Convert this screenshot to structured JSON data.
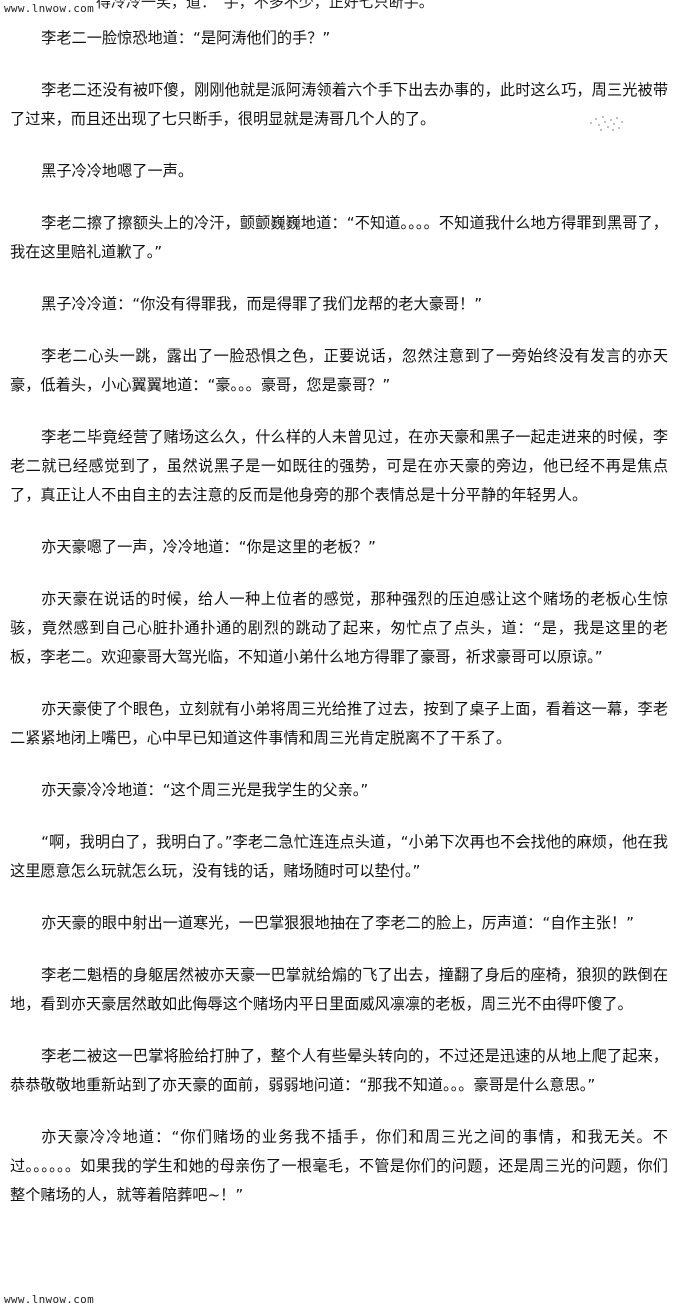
{
  "watermark": {
    "top": "www.lnwow.com",
    "bottom": "www.lnwow.com"
  },
  "cropped_top_line": "得冷冷一笑，道：“手，不多不少，正好七只断手。",
  "paragraphs": [
    "李老二一脸惊恐地道：“是阿涛他们的手？”",
    "李老二还没有被吓傻，刚刚他就是派阿涛领着六个手下出去办事的，此时这么巧，周三光被带了过来，而且还出现了七只断手，很明显就是涛哥几个人的了。",
    "黑子冷冷地嗯了一声。",
    "李老二擦了擦额头上的冷汗，颤颤巍巍地道：“不知道。。。。不知道我什么地方得罪到黑哥了，我在这里赔礼道歉了。”",
    "黑子冷冷道：“你没有得罪我，而是得罪了我们龙帮的老大豪哥！”",
    "李老二心头一跳，露出了一脸恐惧之色，正要说话，忽然注意到了一旁始终没有发言的亦天豪，低着头，小心翼翼地道：“豪。。。豪哥，您是豪哥？”",
    "李老二毕竟经营了赌场这么久，什么样的人未曾见过，在亦天豪和黑子一起走进来的时候，李老二就已经感觉到了，虽然说黑子是一如既往的强势，可是在亦天豪的旁边，他已经不再是焦点了，真正让人不由自主的去注意的反而是他身旁的那个表情总是十分平静的年轻男人。",
    "亦天豪嗯了一声，冷冷地道：“你是这里的老板？”",
    "亦天豪在说话的时候，给人一种上位者的感觉，那种强烈的压迫感让这个赌场的老板心生惊骇，竟然感到自己心脏扑通扑通的剧烈的跳动了起来，匆忙点了点头，道：“是，我是这里的老板，李老二。欢迎豪哥大驾光临，不知道小弟什么地方得罪了豪哥，祈求豪哥可以原谅。”",
    "亦天豪使了个眼色，立刻就有小弟将周三光给推了过去，按到了桌子上面，看着这一幕，李老二紧紧地闭上嘴巴，心中早已知道这件事情和周三光肯定脱离不了干系了。",
    "亦天豪冷冷地道：“这个周三光是我学生的父亲。”",
    "“啊，我明白了，我明白了。”李老二急忙连连点头道，“小弟下次再也不会找他的麻烦，他在我这里愿意怎么玩就怎么玩，没有钱的话，赌场随时可以垫付。”",
    "亦天豪的眼中射出一道寒光，一巴掌狠狠地抽在了李老二的脸上，厉声道：“自作主张！”",
    "李老二魁梧的身躯居然被亦天豪一巴掌就给煽的飞了出去，撞翻了身后的座椅，狼狈的跌倒在地，看到亦天豪居然敢如此侮辱这个赌场内平日里面威风凛凛的老板，周三光不由得吓傻了。",
    "李老二被这一巴掌将脸给打肿了，整个人有些晕头转向的，不过还是迅速的从地上爬了起来，恭恭敬敬地重新站到了亦天豪的面前，弱弱地问道：“那我不知道。。。豪哥是什么意思。”",
    "亦天豪冷冷地道：“你们赌场的业务我不插手，你们和周三光之间的事情，和我无关。不过。。。。。。如果我的学生和她的母亲伤了一根毫毛，不管是你们的问题，还是周三光的问题，你们整个赌场的人，就等着陪葬吧~！”"
  ]
}
